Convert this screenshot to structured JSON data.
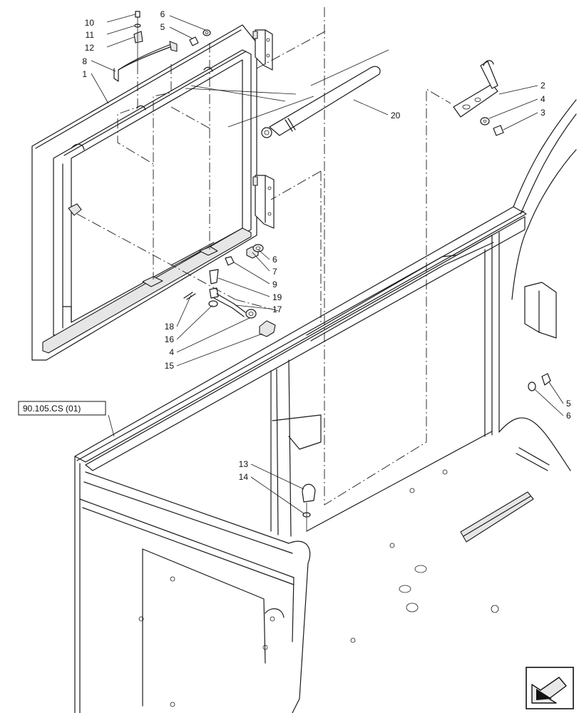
{
  "reference_label": "90.105.CS (01)",
  "callouts": [
    {
      "id": "c10",
      "text": "10"
    },
    {
      "id": "c11",
      "text": "11"
    },
    {
      "id": "c12",
      "text": "12"
    },
    {
      "id": "c8",
      "text": "8"
    },
    {
      "id": "c1",
      "text": "1"
    },
    {
      "id": "c6a",
      "text": "6"
    },
    {
      "id": "c5a",
      "text": "5"
    },
    {
      "id": "c20",
      "text": "20"
    },
    {
      "id": "c2",
      "text": "2"
    },
    {
      "id": "c4a",
      "text": "4"
    },
    {
      "id": "c3",
      "text": "3"
    },
    {
      "id": "c6b",
      "text": "6"
    },
    {
      "id": "c7",
      "text": "7"
    },
    {
      "id": "c9",
      "text": "9"
    },
    {
      "id": "c19",
      "text": "19"
    },
    {
      "id": "c17",
      "text": "17"
    },
    {
      "id": "c18",
      "text": "18"
    },
    {
      "id": "c16",
      "text": "16"
    },
    {
      "id": "c4b",
      "text": "4"
    },
    {
      "id": "c15",
      "text": "15"
    },
    {
      "id": "c5b",
      "text": "5"
    },
    {
      "id": "c6c",
      "text": "6"
    },
    {
      "id": "c13",
      "text": "13"
    },
    {
      "id": "c14",
      "text": "14"
    }
  ],
  "nav_icon": "arrow-next-page-icon"
}
